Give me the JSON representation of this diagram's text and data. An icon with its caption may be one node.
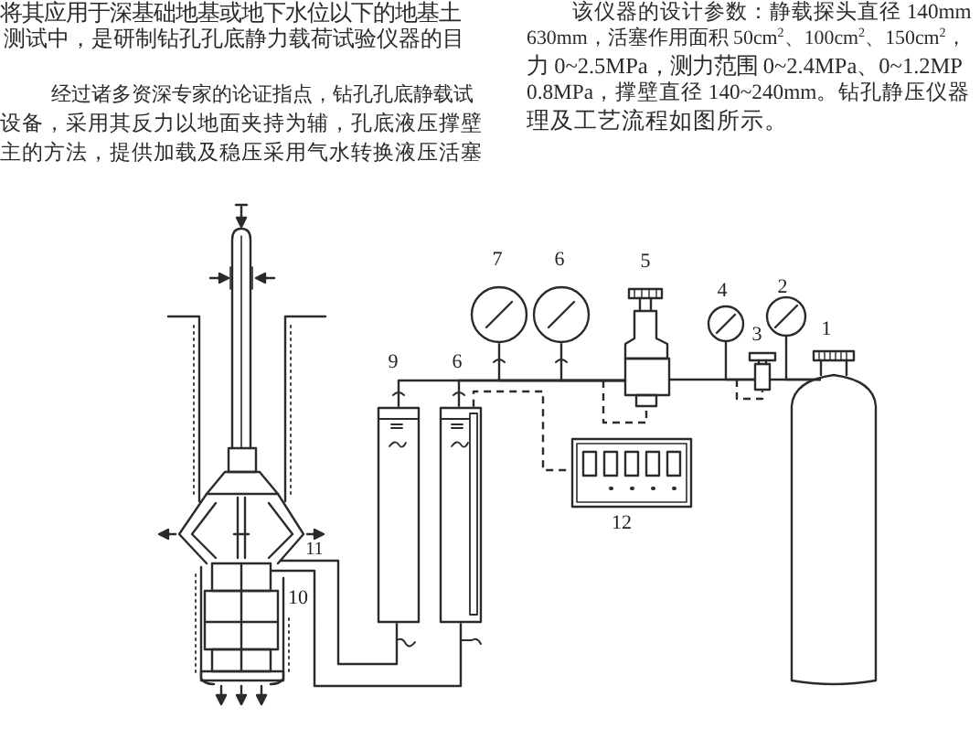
{
  "diagram": {
    "nodes": [
      {
        "text": [],
        "shape": "picture"
      },
      {
        "text": [],
        "shape": "picture"
      },
      {
        "text": [],
        "shape": "picture"
      },
      {
        "text": [],
        "shape": "picture"
      },
      {
        "text": [],
        "shape": "picture"
      },
      {
        "text": [],
        "shape": "picture"
      },
      {
        "text": [],
        "shape": "picture"
      },
      {
        "text": [],
        "shape": "picture"
      },
      {
        "text": [],
        "shape": "picture"
      },
      {
        "text": [],
        "shape": "picture"
      },
      {
        "text": [],
        "shape": "picture"
      }
    ],
    "edges": [
      {
        "from": 10,
        "to": 9,
        "arrow": "none"
      },
      {
        "from": 10,
        "to": 8,
        "arrow": "none"
      },
      {
        "from": 8,
        "to": 7,
        "arrow": "none"
      },
      {
        "from": 8,
        "to": 5,
        "arrow": "none"
      },
      {
        "from": 5,
        "to": 4,
        "arrow": "none"
      },
      {
        "from": 5,
        "to": 3,
        "arrow": "none"
      },
      {
        "from": 5,
        "to": 2,
        "arrow": "none"
      },
      {
        "from": 5,
        "to": 1,
        "arrow": "none"
      },
      {
        "from": 0,
        "to": 1,
        "arrow": "none"
      },
      {
        "from": 0,
        "to": 2,
        "arrow": "none"
      },
      {
        "from": 2,
        "to": 6,
        "arrow": "none",
        "style": "dashed"
      },
      {
        "from": null,
        "to": 5,
        "arrow": "none",
        "style": "dashed"
      },
      {
        "from": null,
        "to": 8,
        "arrow": "none",
        "style": "dashed"
      }
    ],
    "labels": [
      "将其应用于深基础地基或地下水位以下的地基土",
      "测试中，是研制钻孔孔底静力载荷试验仪器的目",
      "经过诸多资深专家的论证指点，钻孔孔底静载试",
      "设备，采用其反力以地面夹持为辅，孔底液压撑壁",
      "主的方法，提供加载及稳压采用气水转换液压活塞",
      "该仪器的设计参数：静载探头直径 140mm",
      "630mm，活塞作用面积 50cm$^{2}$、100cm$^{2}$、150cm$^{2}$，",
      "力 0~2.5MPa，测力范围 0~2.4MPa、0~1.2MP",
      "0.8MPa，撑壁直径 140~240mm。钻孔静压仪器",
      "理及工艺流程如图所示。",
      "7",
      "6",
      "5",
      "4",
      "2",
      "3",
      "1",
      "9",
      "6",
      "12",
      "11",
      "10"
    ]
  }
}
